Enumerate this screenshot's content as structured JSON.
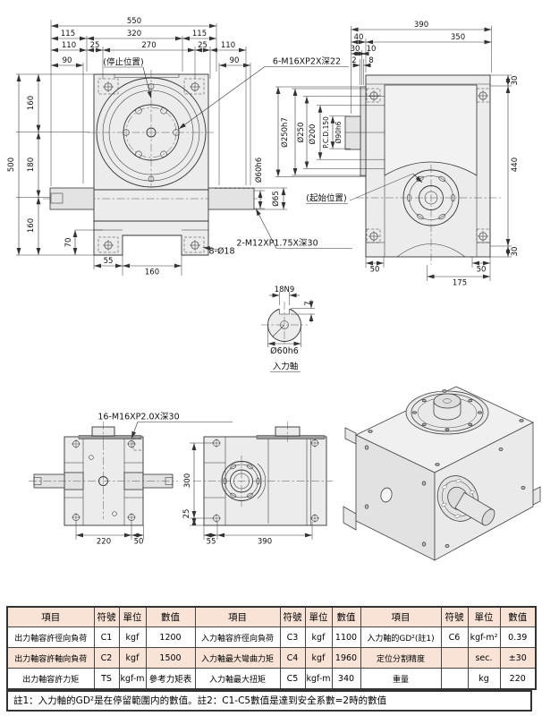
{
  "front": {
    "d550": "550",
    "d115a": "115",
    "d320": "320",
    "d115b": "115",
    "d110a": "110",
    "d25a": "25",
    "d270": "270",
    "d25b": "25",
    "d110b": "110",
    "d90a": "90",
    "d90b": "90",
    "d500": "500",
    "d160a": "160",
    "d180": "180",
    "d160b": "160",
    "d70": "70",
    "d55": "55",
    "d160c": "160",
    "stop": "(停止位置)",
    "tap6": "6-M16XP2X深22",
    "hole8": "8-Ø18",
    "tap2": "2-M12XP1.75X深30",
    "dia60": "Ø60h6",
    "dia65": "Ø65"
  },
  "side": {
    "d390": "390",
    "d40": "40",
    "d350": "350",
    "d30a": "30",
    "d10": "10",
    "d2": "2",
    "d8": "8",
    "d30t": "30",
    "d440": "440",
    "d30b": "30",
    "d50a": "50",
    "d50b": "50",
    "d175": "175",
    "dia250h7": "Ø250h7",
    "dia250": "Ø250",
    "dia200": "Ø200",
    "pcd": "P.C.D.150",
    "dia90": "Ø90h6",
    "start": "(起始位置)"
  },
  "section": {
    "key18": "18N9",
    "d7": "7",
    "dia60": "Ø60h6",
    "label": "入力軸"
  },
  "top_view": {
    "tap16": "16-M16XP2.0X深30",
    "d220": "220",
    "d50": "50"
  },
  "rear_view": {
    "d300": "300",
    "d25": "25",
    "d55": "55",
    "d390": "390"
  },
  "table": {
    "headers": [
      "項目",
      "符號",
      "單位",
      "數值"
    ],
    "rows": [
      [
        "出力軸容許徑向負荷",
        "C1",
        "kgf",
        "1200",
        "入力軸容許徑向負荷",
        "C3",
        "kgf",
        "1100",
        "入力軸的GD²(註1)",
        "C6",
        "kgf-m²",
        "0.39"
      ],
      [
        "出力軸容許軸向負荷",
        "C2",
        "kgf",
        "1500",
        "入力軸最大彎曲力矩",
        "C4",
        "kgf",
        "1960",
        "定位分割精度",
        "",
        "sec.",
        "±30"
      ],
      [
        "出力軸容許力矩",
        "TS",
        "kgf-m",
        "參考力矩表",
        "入力軸最大扭矩",
        "C5",
        "kgf-m",
        "340",
        "重量",
        "",
        "kg",
        "220"
      ]
    ],
    "note": "註1：入力軸的GD²是在停留範圍内的數值。註2：C1-C5數值是達到安全系數=2時的數值"
  },
  "colors": {
    "highlight_row": "#f9e3d6",
    "drawing_fill": "#ececec",
    "line": "#333333"
  }
}
